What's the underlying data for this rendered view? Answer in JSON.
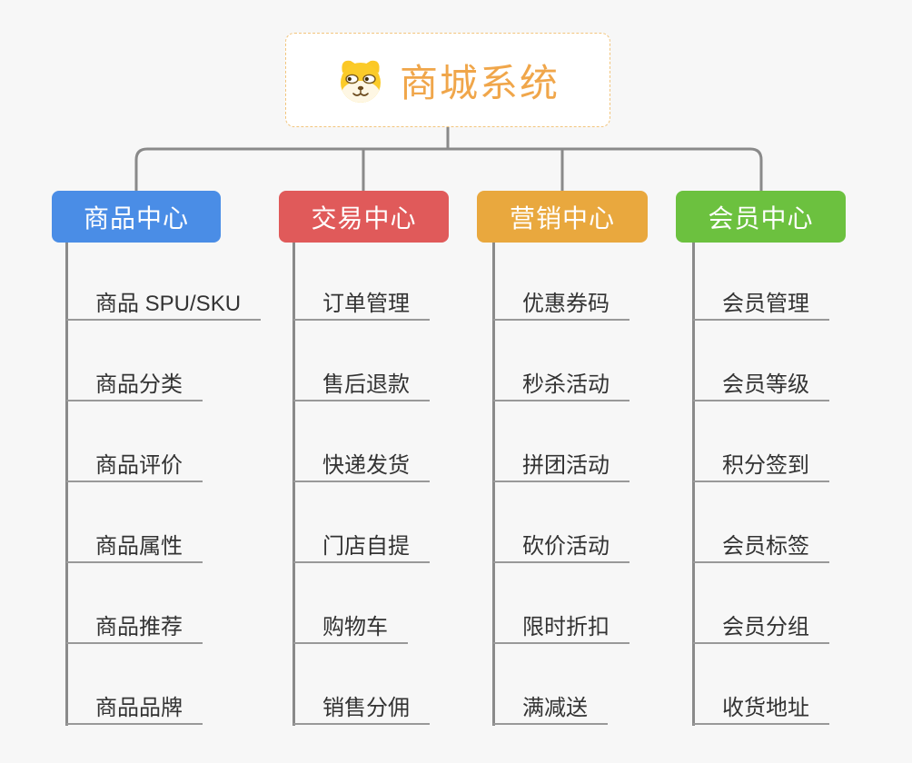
{
  "root": {
    "title": "商城系统",
    "icon": "dog-face-icon",
    "title_color": "#f0a64a",
    "border_color": "#f2c57d"
  },
  "connector_color": "#8a8a8a",
  "underline_color": "#999999",
  "background_color": "#f7f7f7",
  "branches": [
    {
      "label": "商品中心",
      "color": "#4a8de6",
      "items": [
        "商品 SPU/SKU",
        "商品分类",
        "商品评价",
        "商品属性",
        "商品推荐",
        "商品品牌"
      ]
    },
    {
      "label": "交易中心",
      "color": "#e05a5a",
      "items": [
        "订单管理",
        "售后退款",
        "快递发货",
        "门店自提",
        "购物车",
        "销售分佣"
      ]
    },
    {
      "label": "营销中心",
      "color": "#e9a83e",
      "items": [
        "优惠券码",
        "秒杀活动",
        "拼团活动",
        "砍价活动",
        "限时折扣",
        "满减送"
      ]
    },
    {
      "label": "会员中心",
      "color": "#6cc13f",
      "items": [
        "会员管理",
        "会员等级",
        "积分签到",
        "会员标签",
        "会员分组",
        "收货地址"
      ]
    }
  ]
}
